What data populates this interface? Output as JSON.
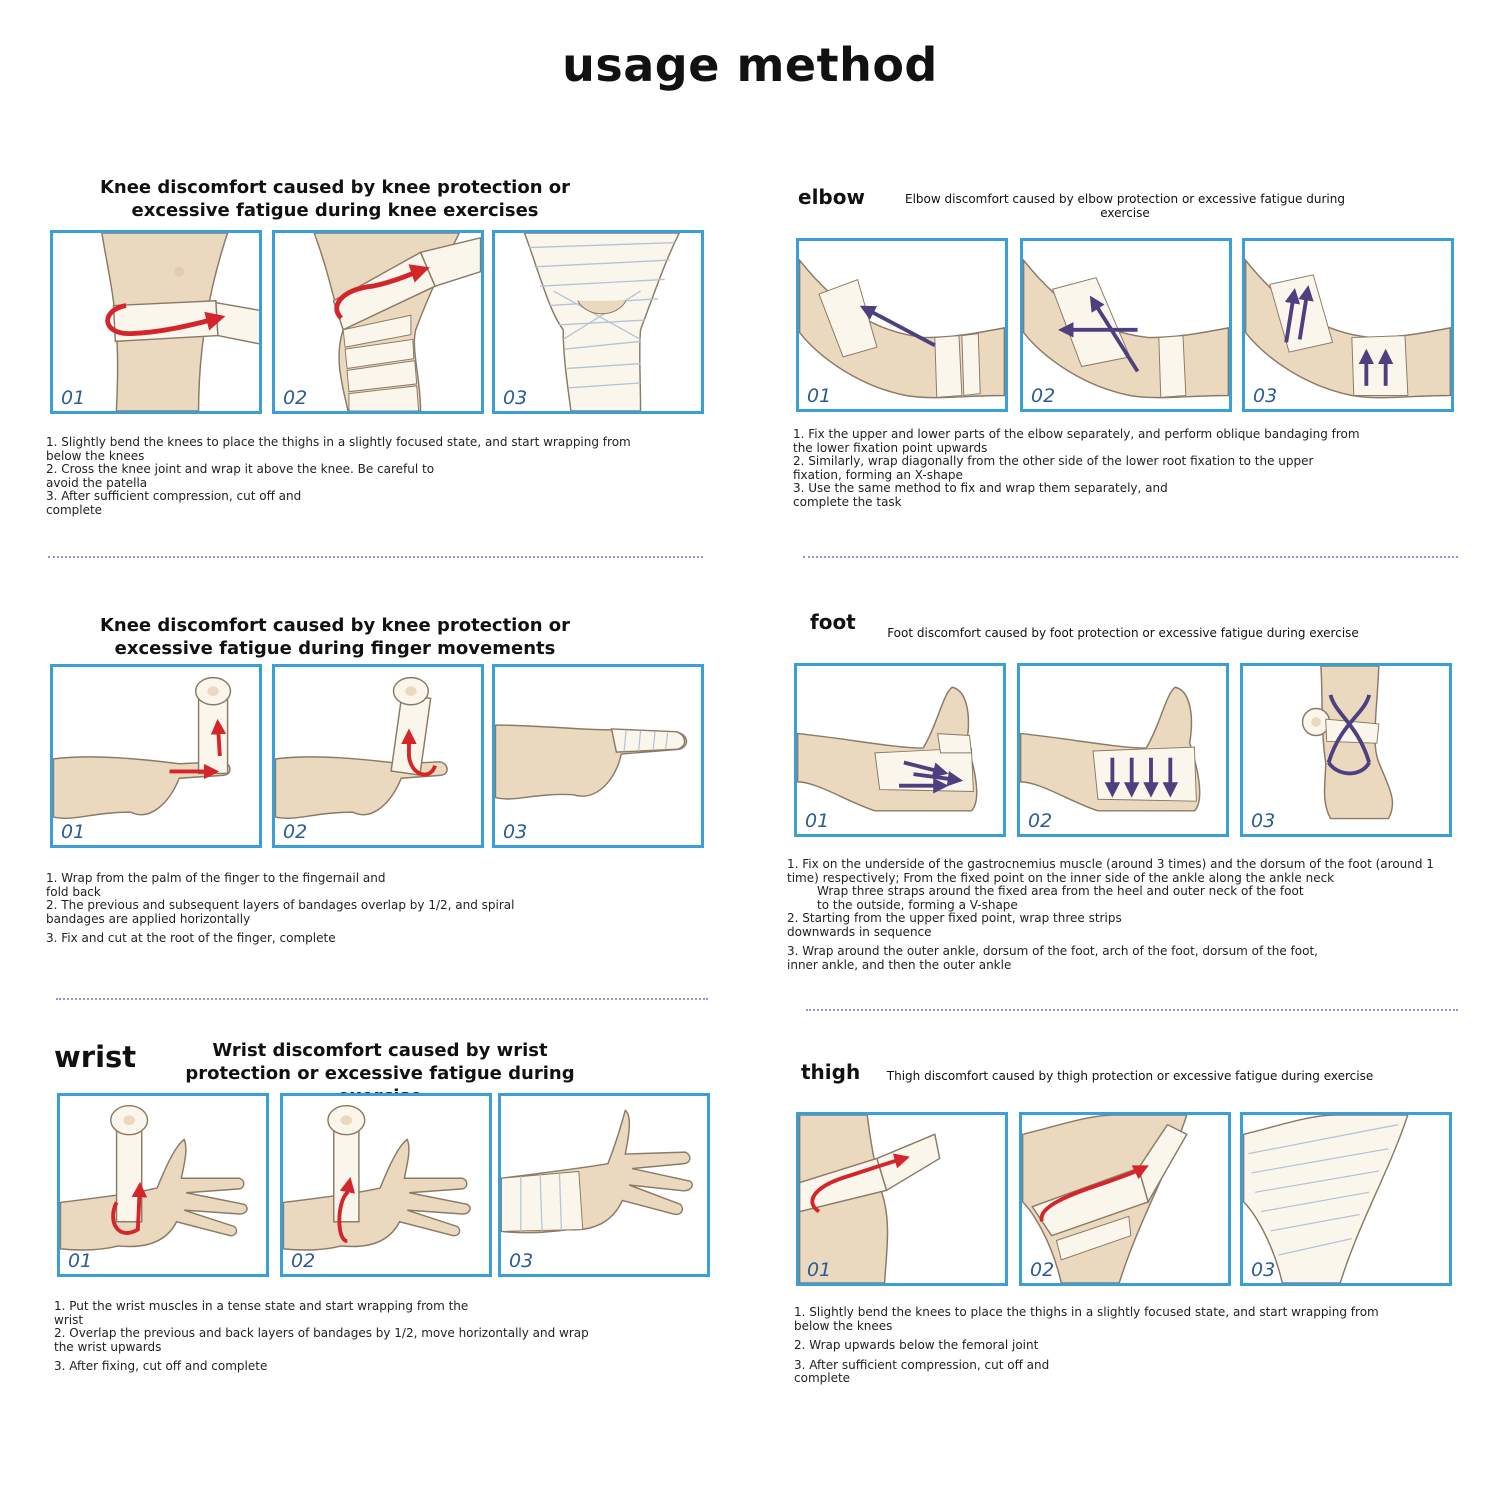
{
  "title": "usage method",
  "colors": {
    "panel_border": "#3a9fd8",
    "skin": "#ead8bf",
    "bandage": "#fbf6ec",
    "arrow_red": "#d4252b",
    "arrow_purple": "#4e3f7e",
    "divider": "#9b8ed6"
  },
  "sections": {
    "knee": {
      "title": "Knee discomfort caused by knee protection or excessive fatigue during knee exercises",
      "steps": [
        "01",
        "02",
        "03"
      ],
      "instructions": [
        "1. Slightly bend the knees to place the thighs in a slightly focused state, and start wrapping from below the knees",
        "2. Cross the knee joint and wrap it above the knee. Be careful to avoid the patella",
        "3. After sufficient compression, cut off and complete"
      ]
    },
    "elbow": {
      "label": "elbow",
      "subtitle": "Elbow discomfort caused by elbow protection or excessive fatigue during exercise",
      "steps": [
        "01",
        "02",
        "03"
      ],
      "instructions": [
        "1. Fix the upper and lower parts of the elbow separately, and perform oblique bandaging from the lower fixation point upwards",
        "2. Similarly, wrap diagonally from the other side of the lower root fixation to the upper fixation, forming an X-shape",
        "3. Use the same method to fix and wrap them separately, and complete the task"
      ]
    },
    "finger": {
      "title": "Knee discomfort caused by knee protection or excessive fatigue during finger movements",
      "steps": [
        "01",
        "02",
        "03"
      ],
      "instructions": [
        "1. Wrap from the palm of the finger to the fingernail and fold back",
        "2. The previous and subsequent layers of bandages overlap by 1/2, and spiral bandages are applied horizontally",
        "3. Fix and cut at the root of the finger, complete"
      ]
    },
    "foot": {
      "label": "foot",
      "subtitle": "Foot discomfort caused by foot protection or excessive fatigue during exercise",
      "steps": [
        "01",
        "02",
        "03"
      ],
      "instructions": [
        "1. Fix on the underside of the gastrocnemius muscle (around 3 times) and the dorsum of the foot (around 1 time) respectively; From the fixed point on the inner side of the ankle along the ankle neck",
        "Wrap three straps around the fixed area from the heel and outer neck of the foot to the outside, forming a V-shape",
        "2. Starting from the upper fixed point, wrap three strips downwards in sequence",
        "3. Wrap around the outer ankle, dorsum of the foot, arch of the foot, dorsum of the foot, inner ankle, and then the outer ankle"
      ]
    },
    "wrist": {
      "label": "wrist",
      "title": "Wrist discomfort caused by wrist protection or excessive fatigue during exercise",
      "steps": [
        "01",
        "02",
        "03"
      ],
      "instructions": [
        "1. Put the wrist muscles in a tense state and start wrapping from the wrist",
        "2. Overlap the previous and back layers of bandages by 1/2, move horizontally and wrap the wrist upwards",
        "3. After fixing, cut off and complete"
      ]
    },
    "thigh": {
      "label": "thigh",
      "subtitle": "Thigh discomfort caused by thigh protection or excessive fatigue during exercise",
      "steps": [
        "01",
        "02",
        "03"
      ],
      "instructions": [
        "1. Slightly bend the knees to place the thighs in a slightly focused state, and start wrapping from below the knees",
        "2. Wrap upwards below the femoral joint",
        "3. After sufficient compression, cut off and complete"
      ]
    }
  }
}
